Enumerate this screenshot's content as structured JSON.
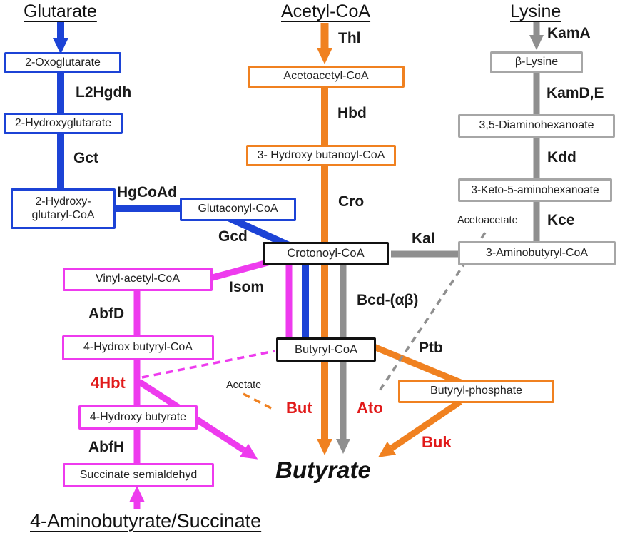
{
  "colors": {
    "blue": "#1c43d6",
    "orange": "#f08120",
    "gray": "#8f8f8f",
    "grayborder": "#a6a6a6",
    "magenta": "#ee3bee",
    "red": "#e11a1a"
  },
  "headers": {
    "glutarate": "Glutarate",
    "acetyl_coa": "Acetyl-CoA",
    "lysine": "Lysine",
    "aminobutyrate_succinate": "4-Aminobutyrate/Succinate"
  },
  "product": "Butyrate",
  "metabolites": {
    "oxoglutarate": "2-Oxoglutarate",
    "hydroxyglutarate": "2-Hydroxyglutarate",
    "hydroxyglutaryl_coa": "2-Hydroxy-\nglutaryl-CoA",
    "glutaconyl_coa": "Glutaconyl-CoA",
    "acetoacetyl_coa": "Acetoacetyl-CoA",
    "hydroxy_butanoyl_coa": "3- Hydroxy butanoyl-CoA",
    "beta_lysine": "β-Lysine",
    "diaminohexanoate": "3,5-Diaminohexanoate",
    "keto_aminohexanoate": "3-Keto-5-aminohexanoate",
    "aminobutyryl_coa": "3-Aminobutyryl-CoA",
    "crotonoyl_coa": "Crotonoyl-CoA",
    "vinyl_acetyl_coa": "Vinyl-acetyl-CoA",
    "hydrox_butyryl_coa": "4-Hydrox butyryl-CoA",
    "hydroxy_butyrate": "4-Hydroxy butyrate",
    "succinate_semialdehyd": "Succinate semialdehyd",
    "butyryl_coa": "Butyryl-CoA",
    "butyryl_phosphate": "Butyryl-phosphate"
  },
  "enzymes": {
    "l2hgdh": "L2Hgdh",
    "gct": "Gct",
    "hgcoad": "HgCoAd",
    "gcd": "Gcd",
    "thl": "Thl",
    "hbd": "Hbd",
    "cro": "Cro",
    "kama": "KamA",
    "kamde": "KamD,E",
    "kdd": "Kdd",
    "kce": "Kce",
    "kal": "Kal",
    "isom": "Isom",
    "bcd": "Bcd-(αβ)",
    "abfd": "AbfD",
    "abfh": "AbfH",
    "ptb": "Ptb",
    "hbt4": "4Hbt",
    "but": "But",
    "ato": "Ato",
    "buk": "Buk"
  },
  "byproducts": {
    "acetoacetate": "Acetoacetate",
    "acetate": "Acetate"
  }
}
